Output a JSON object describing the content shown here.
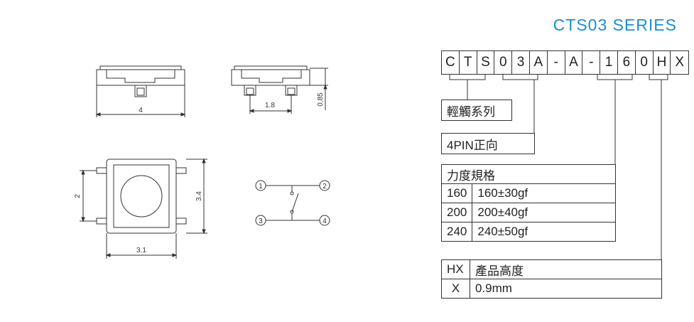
{
  "series_title": "CTS03  SERIES",
  "part_code": [
    "C",
    "T",
    "S",
    "0",
    "3",
    "A",
    "-",
    "A",
    "-",
    "1",
    "6",
    "0",
    "H",
    "X"
  ],
  "dims": {
    "d4": "4",
    "d18": "1.8",
    "d085": "0.85",
    "d2": "2",
    "d34": "3.4",
    "d31": "3.1"
  },
  "pins": [
    "1",
    "2",
    "3",
    "4"
  ],
  "series_box": "輕觸系列",
  "pin_box": "4PIN正向",
  "force_table": {
    "header": "力度規格",
    "rows": [
      {
        "code": "160",
        "value": "160±30gf"
      },
      {
        "code": "200",
        "value": "200±40gf"
      },
      {
        "code": "240",
        "value": "240±50gf"
      }
    ]
  },
  "height_table": {
    "code_header": "HX",
    "header": "產品高度",
    "code": "X",
    "value": "0.9mm"
  }
}
